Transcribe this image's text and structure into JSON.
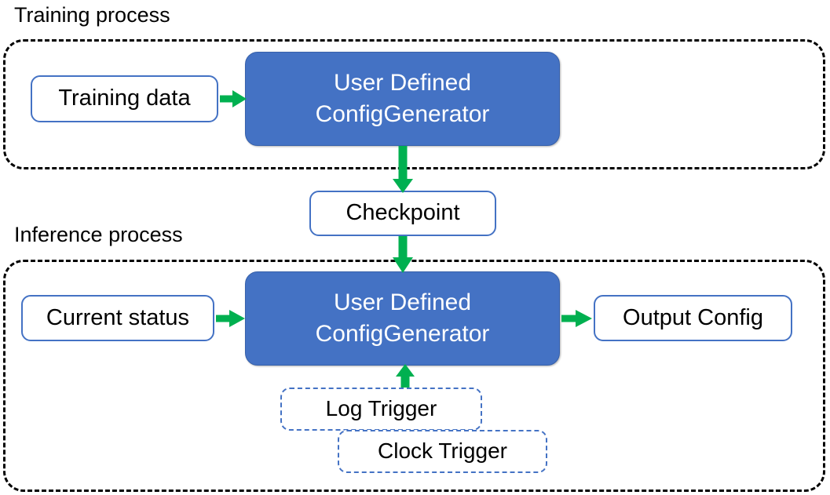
{
  "diagram": {
    "title_training": "Training process",
    "title_inference": "Inference process",
    "colors": {
      "process_fill": "#4472C4",
      "process_text": "#FFFFFF",
      "box_border": "#4472C4",
      "arrow": "#00B050",
      "group_border": "#000000",
      "text": "#000000",
      "background": "#FFFFFF"
    }
  },
  "training": {
    "caption": "Training process",
    "input_box": {
      "label": "Training data"
    },
    "process_box": {
      "line1": "User Defined",
      "line2": "ConfigGenerator"
    }
  },
  "checkpoint": {
    "label": "Checkpoint"
  },
  "inference": {
    "caption": "Inference process",
    "input_box": {
      "label": "Current status"
    },
    "process_box": {
      "line1": "User Defined",
      "line2": "ConfigGenerator"
    },
    "output_box": {
      "label": "Output Config"
    },
    "triggers": [
      {
        "label": "Log Trigger"
      },
      {
        "label": "Clock Trigger"
      }
    ]
  },
  "arrows": [
    {
      "name": "training-data-to-process",
      "direction": "right"
    },
    {
      "name": "training-process-to-checkpoint",
      "direction": "down"
    },
    {
      "name": "checkpoint-to-inference-process",
      "direction": "down"
    },
    {
      "name": "current-status-to-process",
      "direction": "right"
    },
    {
      "name": "process-to-output-config",
      "direction": "right"
    },
    {
      "name": "triggers-to-process",
      "direction": "up"
    }
  ]
}
